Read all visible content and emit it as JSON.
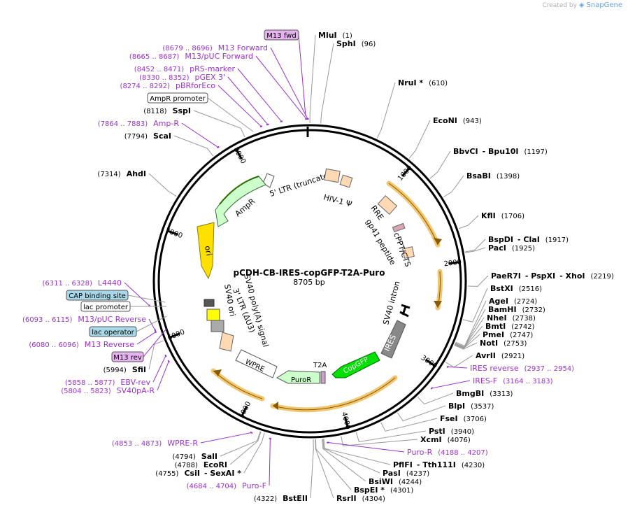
{
  "credit": {
    "prefix": "Created by",
    "brand": "SnapGene"
  },
  "plasmid": {
    "name": "pCDH-CB-IRES-copGFP-T2A-Puro",
    "size_label": "8705 bp",
    "length": 8705
  },
  "ticks": [
    {
      "pos": 1000,
      "label": "1000"
    },
    {
      "pos": 2000,
      "label": "2000"
    },
    {
      "pos": 3000,
      "label": "3000"
    },
    {
      "pos": 4000,
      "label": "4000"
    },
    {
      "pos": 5000,
      "label": "5000"
    },
    {
      "pos": 6000,
      "label": "6000"
    },
    {
      "pos": 7000,
      "label": "7000"
    },
    {
      "pos": 8000,
      "label": "8000"
    }
  ],
  "features": [
    {
      "label": "5' LTR (truncated)",
      "color": "#ffffff"
    },
    {
      "label": "HIV-1 Ψ",
      "color": "#ffd9b3"
    },
    {
      "label": "RRE",
      "color": "#ffd9b3"
    },
    {
      "label": "gp41 peptide",
      "color": "#d9a6b3"
    },
    {
      "label": "cPPT/CTS",
      "color": "#ffd9b3"
    },
    {
      "label": "SV40 intron",
      "color": "#000000"
    },
    {
      "label": "IRES",
      "color": "#888888"
    },
    {
      "label": "CopGFP",
      "color": "#00e000"
    },
    {
      "label": "T2A",
      "color": "#c8a2c8"
    },
    {
      "label": "PuroR",
      "color": "#ccffcc"
    },
    {
      "label": "WPRE",
      "color": "#ffffff"
    },
    {
      "label": "3' LTR (ΔU3)",
      "color": "#ffd9b3"
    },
    {
      "label": "SV40 poly(A) signal",
      "color": "#aaaaaa"
    },
    {
      "label": "SV40 ori",
      "color": "#ffff00"
    },
    {
      "label": "ori",
      "color": "#ffe000"
    },
    {
      "label": "AmpR",
      "color": "#ccffcc"
    }
  ],
  "enzymes": [
    {
      "name": "MluI",
      "pos": "(1)"
    },
    {
      "name": "SphI",
      "pos": "(96)"
    },
    {
      "name": "NruI *",
      "pos": "(610)"
    },
    {
      "name": "EcoNI",
      "pos": "(943)"
    },
    {
      "name": "BbvCI",
      "name2": "- Bpu10I",
      "pos": "(1197)"
    },
    {
      "name": "BsaBI",
      "pos": "(1398)"
    },
    {
      "name": "KflI",
      "pos": "(1706)"
    },
    {
      "name": "BspDI",
      "name2": "- ClaI",
      "pos": "(1917)"
    },
    {
      "name": "PacI",
      "pos": "(1925)"
    },
    {
      "name": "PaeR7I",
      "name2": "- PspXI",
      "name3": "- XhoI",
      "pos": "(2219)"
    },
    {
      "name": "BstXI",
      "pos": "(2516)"
    },
    {
      "name": "AgeI",
      "pos": "(2724)"
    },
    {
      "name": "BamHI",
      "pos": "(2732)"
    },
    {
      "name": "NheI",
      "pos": "(2738)"
    },
    {
      "name": "BmtI",
      "pos": "(2742)"
    },
    {
      "name": "PmeI",
      "pos": "(2747)"
    },
    {
      "name": "NotI",
      "pos": "(2753)"
    },
    {
      "name": "AvrII",
      "pos": "(2921)"
    },
    {
      "name": "BmgBI",
      "pos": "(3313)"
    },
    {
      "name": "BlpI",
      "pos": "(3537)"
    },
    {
      "name": "FseI",
      "pos": "(3706)"
    },
    {
      "name": "PstI",
      "pos": "(3940)"
    },
    {
      "name": "XcmI",
      "pos": "(4076)"
    },
    {
      "name": "PflFI",
      "name2": "- Tth111I",
      "pos": "(4230)"
    },
    {
      "name": "PasI",
      "pos": "(4237)"
    },
    {
      "name": "BsiWI",
      "pos": "(4244)"
    },
    {
      "name": "BspEI *",
      "pos": "(4301)"
    },
    {
      "name": "RsrII",
      "pos": "(4304)"
    },
    {
      "name": "BstEII",
      "pos": "(4322)"
    },
    {
      "name": "CsiI",
      "name2": "- SexAI *",
      "pos": "(4755)"
    },
    {
      "name": "EcoRI",
      "pos": "(4788)"
    },
    {
      "name": "SalI",
      "pos": "(4794)"
    },
    {
      "name": "SfiI",
      "pos": "(5994)"
    },
    {
      "name": "AhdI",
      "pos": "(7314)"
    },
    {
      "name": "ScaI",
      "pos": "(7794)"
    },
    {
      "name": "SspI",
      "pos": "(8118)"
    }
  ],
  "primers": [
    {
      "name": "M13 Forward",
      "pos": "(8679 .. 8696)"
    },
    {
      "name": "M13/pUC Forward",
      "pos": "(8665 .. 8687)"
    },
    {
      "name": "pRS-marker",
      "pos": "(8452 .. 8471)"
    },
    {
      "name": "pGEX 3'",
      "pos": "(8330 .. 8352)"
    },
    {
      "name": "pBRforEco",
      "pos": "(8274 .. 8292)"
    },
    {
      "name": "Amp-R",
      "pos": "(7864 .. 7883)"
    },
    {
      "name": "IRES reverse",
      "pos": "(2937 .. 2954)"
    },
    {
      "name": "IRES-F",
      "pos": "(3164 .. 3183)"
    },
    {
      "name": "Puro-R",
      "pos": "(4188 .. 4207)"
    },
    {
      "name": "Puro-F",
      "pos": "(4684 .. 4704)"
    },
    {
      "name": "WPRE-R",
      "pos": "(4853 .. 4873)"
    },
    {
      "name": "EBV-rev",
      "pos": "(5858 .. 5877)"
    },
    {
      "name": "SV40pA-R",
      "pos": "(5804 .. 5823)"
    },
    {
      "name": "M13 Reverse",
      "pos": "(6080 .. 6096)"
    },
    {
      "name": "M13/pUC Reverse",
      "pos": "(6093 .. 6115)"
    },
    {
      "name": "L4440",
      "pos": "(6311 .. 6328)"
    }
  ],
  "boxed_labels": [
    {
      "text": "M13 fwd",
      "color": "#e6b3f0"
    },
    {
      "text": "AmpR promoter",
      "color": "#ffffff"
    },
    {
      "text": "CAP binding site",
      "color": "#a8d8e8"
    },
    {
      "text": "lac promoter",
      "color": "#ffffff"
    },
    {
      "text": "lac operator",
      "color": "#a8d8e8"
    },
    {
      "text": "M13 rev",
      "color": "#e6b3f0"
    }
  ],
  "colors": {
    "primer": "#9a32cd",
    "enzyme": "#000000",
    "backbone": "#000000",
    "orf": "#f0c060"
  }
}
